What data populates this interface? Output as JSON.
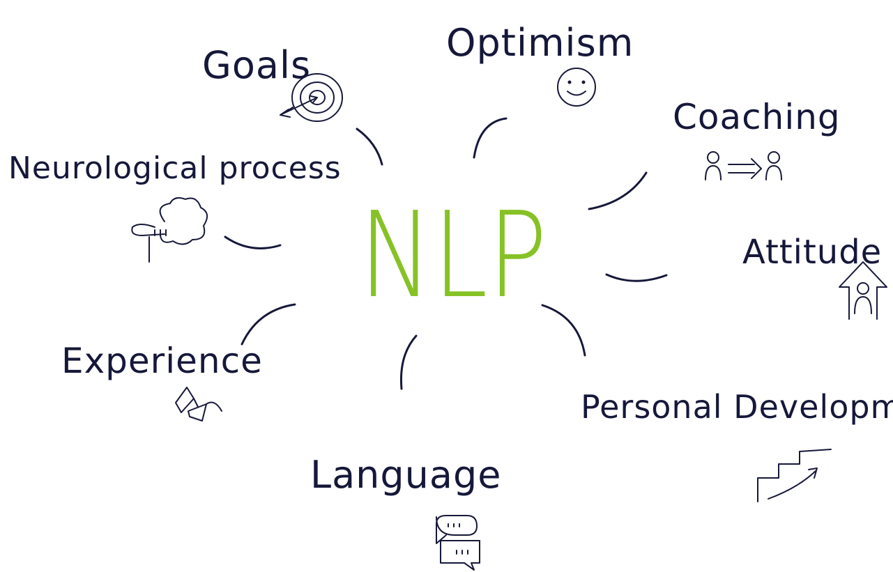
{
  "title": "NLP",
  "accent_color": "#86c226",
  "ink_color": "#16183a",
  "concepts": [
    {
      "key": "goals",
      "label": "Goals",
      "icon": "target-icon"
    },
    {
      "key": "optimism",
      "label": "Optimism",
      "icon": "smiley-icon"
    },
    {
      "key": "coaching",
      "label": "Coaching",
      "icon": "people-arrow-icon"
    },
    {
      "key": "neurological",
      "label": "Neurological process",
      "icon": "brain-cloud-icon"
    },
    {
      "key": "attitude",
      "label": "Attitude",
      "icon": "house-person-icon"
    },
    {
      "key": "experience",
      "label": "Experience",
      "icon": "glasses-icon"
    },
    {
      "key": "personal",
      "label": "Personal Development",
      "icon": "stairs-arrow-icon"
    },
    {
      "key": "language",
      "label": "Language",
      "icon": "speech-bubbles-icon"
    }
  ]
}
